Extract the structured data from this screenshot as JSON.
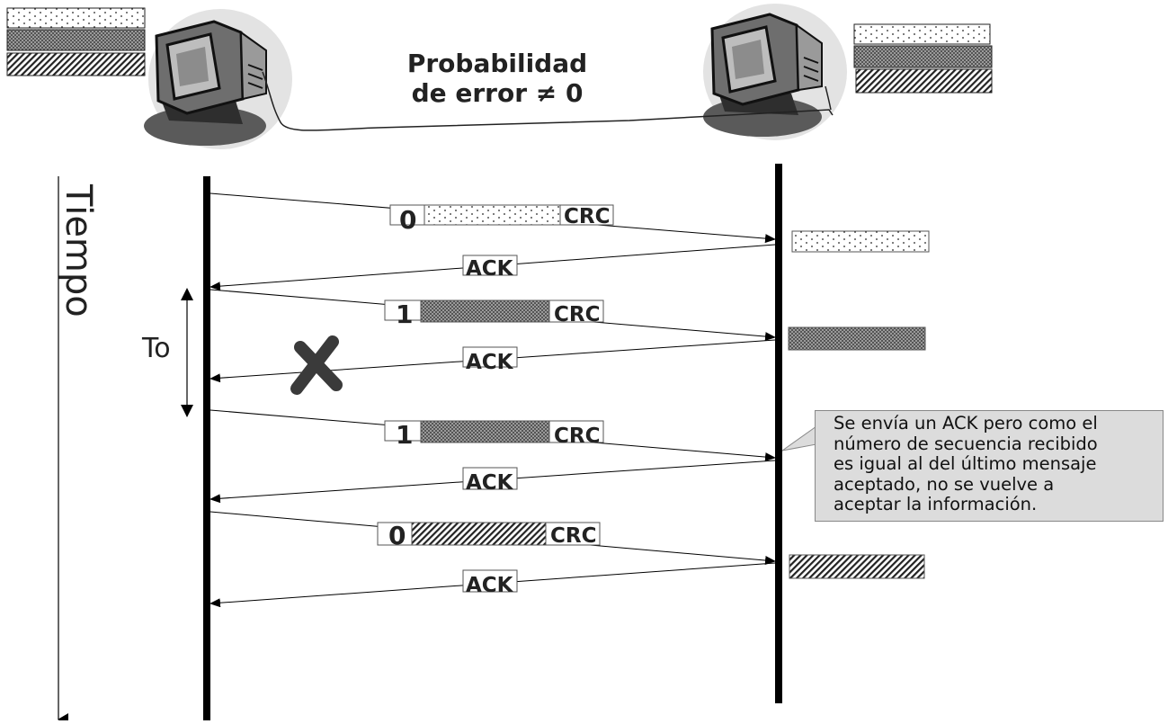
{
  "title_lines": [
    "Probabilidad",
    "de error ≠ 0"
  ],
  "time_axis_label": "Tiempo",
  "timeout_label": "To",
  "crc_label": "CRC",
  "ack_label": "ACK",
  "frames": [
    {
      "seq": "0",
      "pattern": "dots",
      "delivered": true
    },
    {
      "seq": "1",
      "pattern": "crosshatch",
      "delivered": true
    },
    {
      "seq": "1",
      "pattern": "crosshatch",
      "delivered": true
    },
    {
      "seq": "0",
      "pattern": "diagonal",
      "delivered": true
    }
  ],
  "acks": [
    {
      "label": "ACK",
      "lost": false
    },
    {
      "label": "ACK",
      "lost": true
    },
    {
      "label": "ACK",
      "lost": false
    },
    {
      "label": "ACK",
      "lost": false
    }
  ],
  "note_lines": [
    "Se envía un ACK pero como el",
    "número de secuencia recibido",
    "es igual al del último mensaje",
    "aceptado, no se vuelve a",
    "aceptar la información."
  ],
  "colors": {
    "line": "#000000",
    "lost_mark": "#3a3a3a",
    "note_bg": "#dcdcdc",
    "text": "#222222"
  }
}
